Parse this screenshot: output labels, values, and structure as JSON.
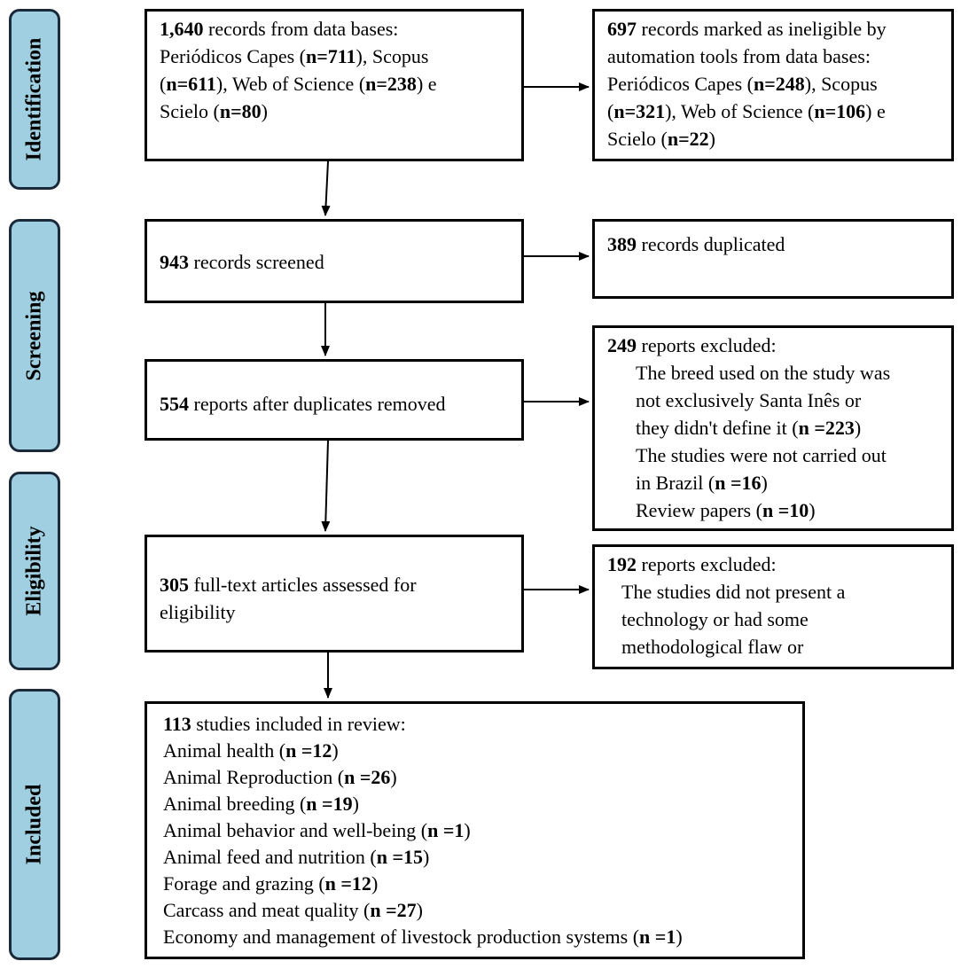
{
  "phases": [
    "Identification",
    "Screening",
    "Eligibility",
    "Included"
  ],
  "boxes": {
    "identified": {
      "lines": [
        {
          "b": "1,640",
          "t": " records from data bases:"
        },
        {
          "t": "Periódicos Capes ("
        },
        {
          "t": "Scopus"
        },
        {
          "t": "Web of Science ("
        },
        {
          "t": "e"
        },
        {
          "t": "Scielo ("
        }
      ],
      "text_lines": [
        "records from data bases:",
        "Periódicos Capes (n=711), Scopus",
        "(n=611), Web of Science (n=238) e",
        "Scielo (n=80)"
      ],
      "count": "1,640"
    },
    "ineligible": {
      "count": "697",
      "text_lines": [
        "records marked as ineligible by",
        "automation tools from data bases:",
        "Periódicos Capes (n=248), Scopus",
        "(n=321), Web of Science (n=106) e",
        "Scielo (n=22)"
      ]
    },
    "screened": {
      "count": "943",
      "text": "records screened"
    },
    "duplicated": {
      "count": "389",
      "text": "records duplicated"
    },
    "after_duplicates": {
      "count": "554",
      "text": "reports after duplicates removed"
    },
    "excluded_249": {
      "count": "249",
      "header": "reports excluded:",
      "items": [
        "The breed used on the study was",
        "not exclusively Santa Inês or",
        "they didn't define it (n =223)",
        "The studies were not carried out",
        "in Brazil (n =16)",
        "Review papers (n =10)"
      ]
    },
    "assessed": {
      "count": "305",
      "text_lines": [
        "full-text articles assessed for",
        "eligibility"
      ]
    },
    "excluded_192": {
      "count": "192",
      "header": "reports excluded:",
      "items": [
        "The studies did not present a",
        "technology or had some",
        "methodological flaw or"
      ]
    },
    "included": {
      "count": "113",
      "header": "studies included in review:",
      "items": [
        {
          "label": "Animal health (",
          "n": "n =12",
          "end": ")"
        },
        {
          "label": "Animal Reproduction (",
          "n": "n =26",
          "end": ")"
        },
        {
          "label": "Animal breeding (",
          "n": "n =19",
          "end": ")"
        },
        {
          "label": "Animal behavior and well-being  (",
          "n": "n =1",
          "end": ")"
        },
        {
          "label": "Animal feed and nutrition (",
          "n": "n =15",
          "end": ")"
        },
        {
          "label": "Forage and grazing (",
          "n": "n =12",
          "end": ")"
        },
        {
          "label": "Carcass and meat quality (",
          "n": "n =27",
          "end": ")"
        },
        {
          "label": "Economy and management of livestock production systems (",
          "n": "n =1",
          "end": ")"
        }
      ]
    }
  },
  "bold_tokens": {
    "identified": [
      "n=711",
      "n=611",
      "n=238",
      "n=80"
    ],
    "ineligible": [
      "n=248",
      "n=321",
      "n=106",
      "n=22"
    ],
    "excluded_249": [
      "n =223",
      "n =16",
      "n =10"
    ]
  },
  "colors": {
    "phase_fill": "#9fcfe0",
    "phase_border": "#1a2a3a"
  }
}
